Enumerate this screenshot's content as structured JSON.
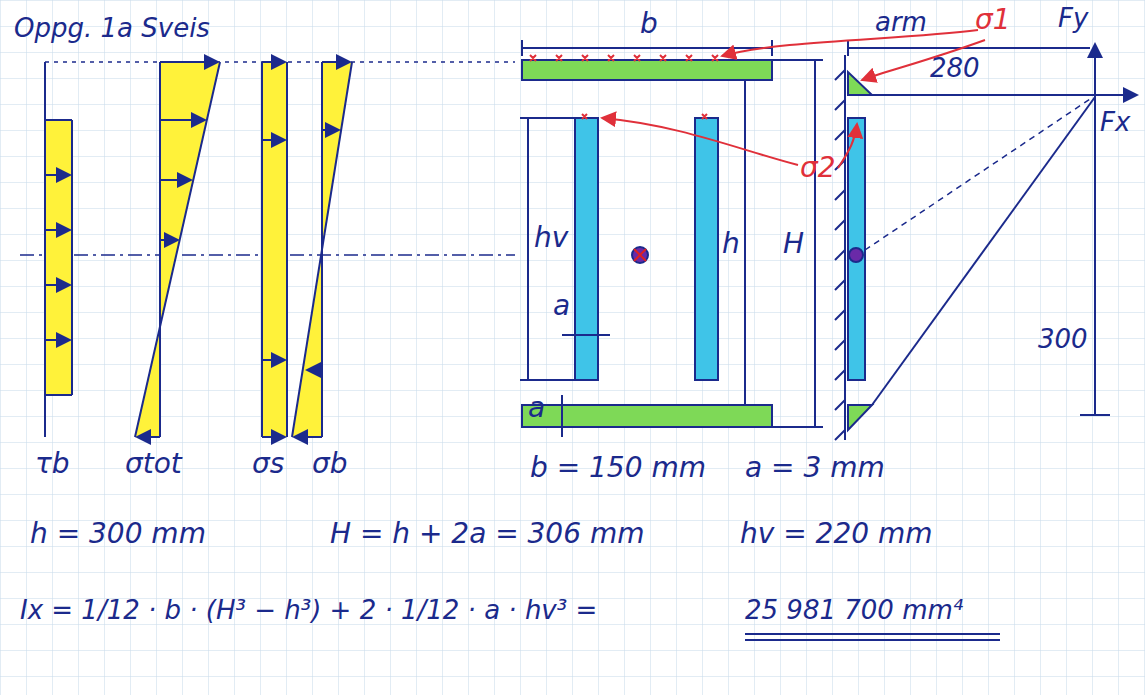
{
  "diagram": {
    "title": "Oppg. 1a Sveis",
    "labels": [
      "σ1",
      "σ2",
      "b",
      "hv",
      "a",
      "a",
      "h",
      "H",
      "arm",
      "280",
      "Fy",
      "Fx",
      "300",
      "τb",
      "σtot",
      "σs",
      "σb",
      "b = 150 mm",
      "a = 3 mm",
      "h = 300 mm",
      "H = h + 2a = 306 mm",
      "hv = 220 mm",
      "Ix = 1/12 · b · (H³ − h³) + 2 · 1/12 · a · hv³ =",
      "25 981 700 mm⁴"
    ]
  }
}
